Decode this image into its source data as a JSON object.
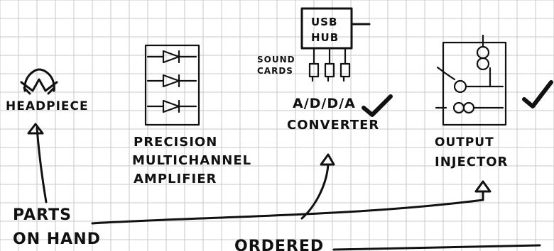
{
  "labels": {
    "headpiece": "HEADPIECE",
    "amplifier_line1": "PRECISION",
    "amplifier_line2": "MULTICHANNEL",
    "amplifier_line3": "AMPLIFIER",
    "usb_line1": "USB",
    "usb_line2": "HUB",
    "sound_line1": "SOUND",
    "sound_line2": "CARDS",
    "converter_line1": "A/D/D/A",
    "converter_line2": "CONVERTER",
    "injector_line1": "OUTPUT",
    "injector_line2": "INJECTOR",
    "parts_line1": "PARTS",
    "parts_line2": "ON HAND",
    "ordered": "ORDERED"
  },
  "colors": {
    "ink": "#111111",
    "paper": "#ffffff",
    "grid": "#c8c8c8"
  },
  "icons": [
    "headpiece-icon",
    "amplifier-icon",
    "usb-hub-icon",
    "sound-card-icon",
    "output-injector-icon",
    "checkmark-icon",
    "arrow-up-icon"
  ]
}
